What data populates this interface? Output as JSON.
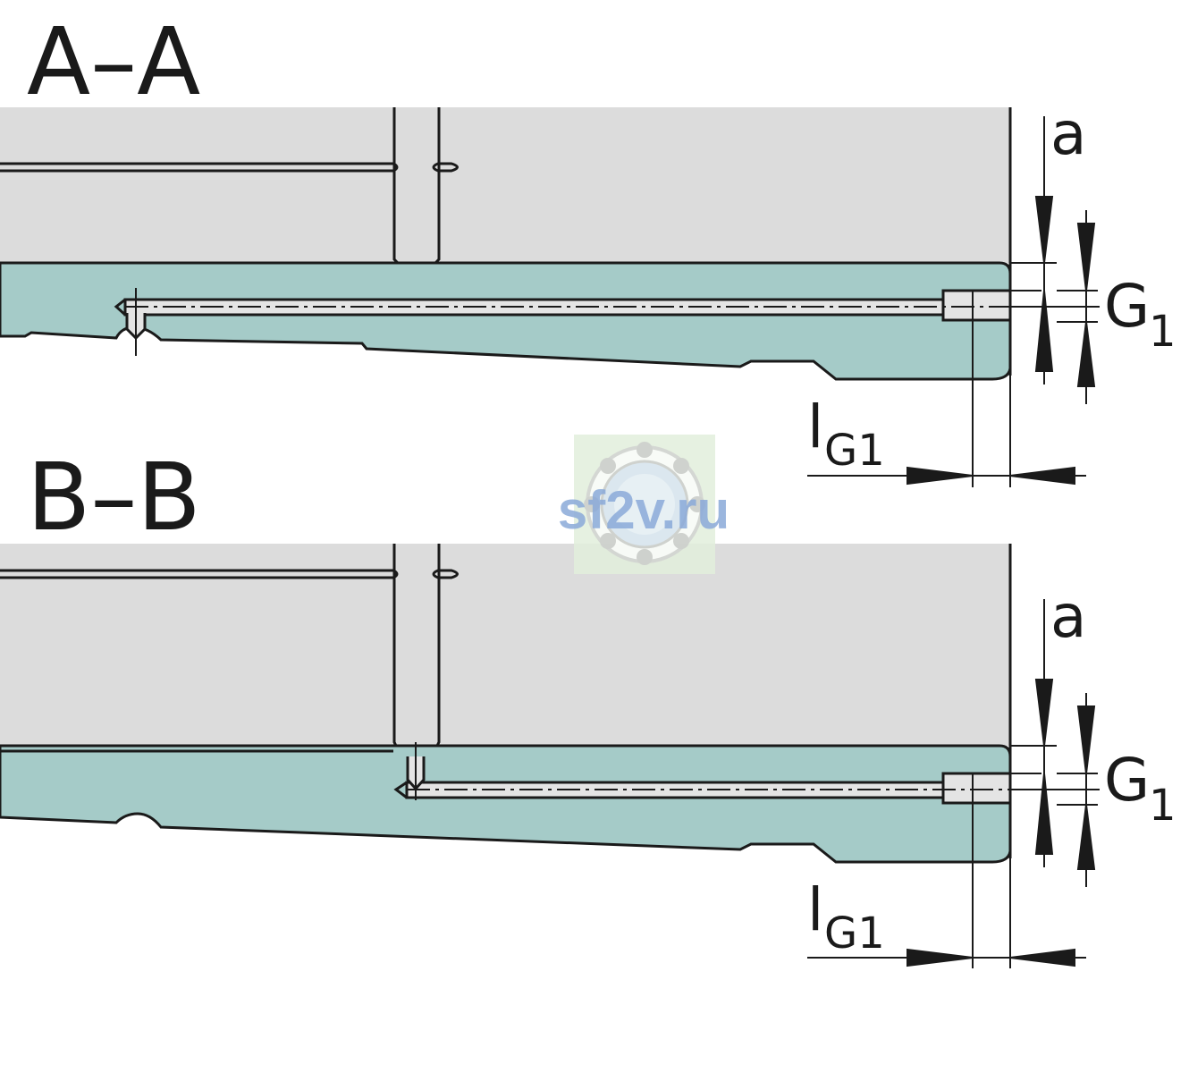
{
  "sections": [
    {
      "id": "A",
      "title": "A–A",
      "dims": {
        "a": "a",
        "G_main": "G",
        "G_sub": "1",
        "l_main": "l",
        "l_sub": "G1"
      }
    },
    {
      "id": "B",
      "title": "B–B",
      "dims": {
        "a": "a",
        "G_main": "G",
        "G_sub": "1",
        "l_main": "l",
        "l_sub": "G1"
      }
    }
  ],
  "watermark": {
    "text": "sf2v.ru"
  },
  "colors": {
    "housing": "#dcdcdc",
    "carriage": "#a5cbc8",
    "bore": "#e4e4e4",
    "line": "#1a1a1a",
    "watermark_text": "#8aa9d8",
    "watermark_bg": "#e2eedc"
  }
}
